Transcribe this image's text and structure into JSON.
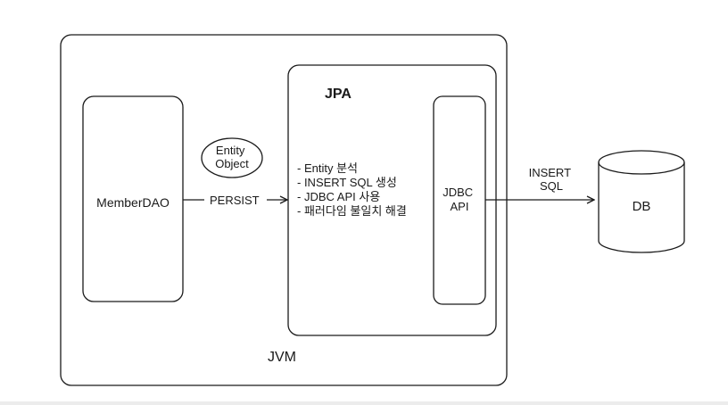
{
  "diagram": {
    "jvm_label": "JVM",
    "jpa_label": "JPA",
    "member_dao_label": "MemberDAO",
    "persist_label": "PERSIST",
    "entity_object_lines": [
      "Entity",
      "Object"
    ],
    "jpa_responsibilities": [
      "- Entity 분석",
      "- INSERT SQL 생성",
      "- JDBC API 사용",
      "- 패러다임 불일치 해결"
    ],
    "jdbc_lines": [
      "JDBC",
      "API"
    ],
    "insert_sql_lines": [
      "INSERT",
      "SQL"
    ],
    "db_label": "DB"
  }
}
